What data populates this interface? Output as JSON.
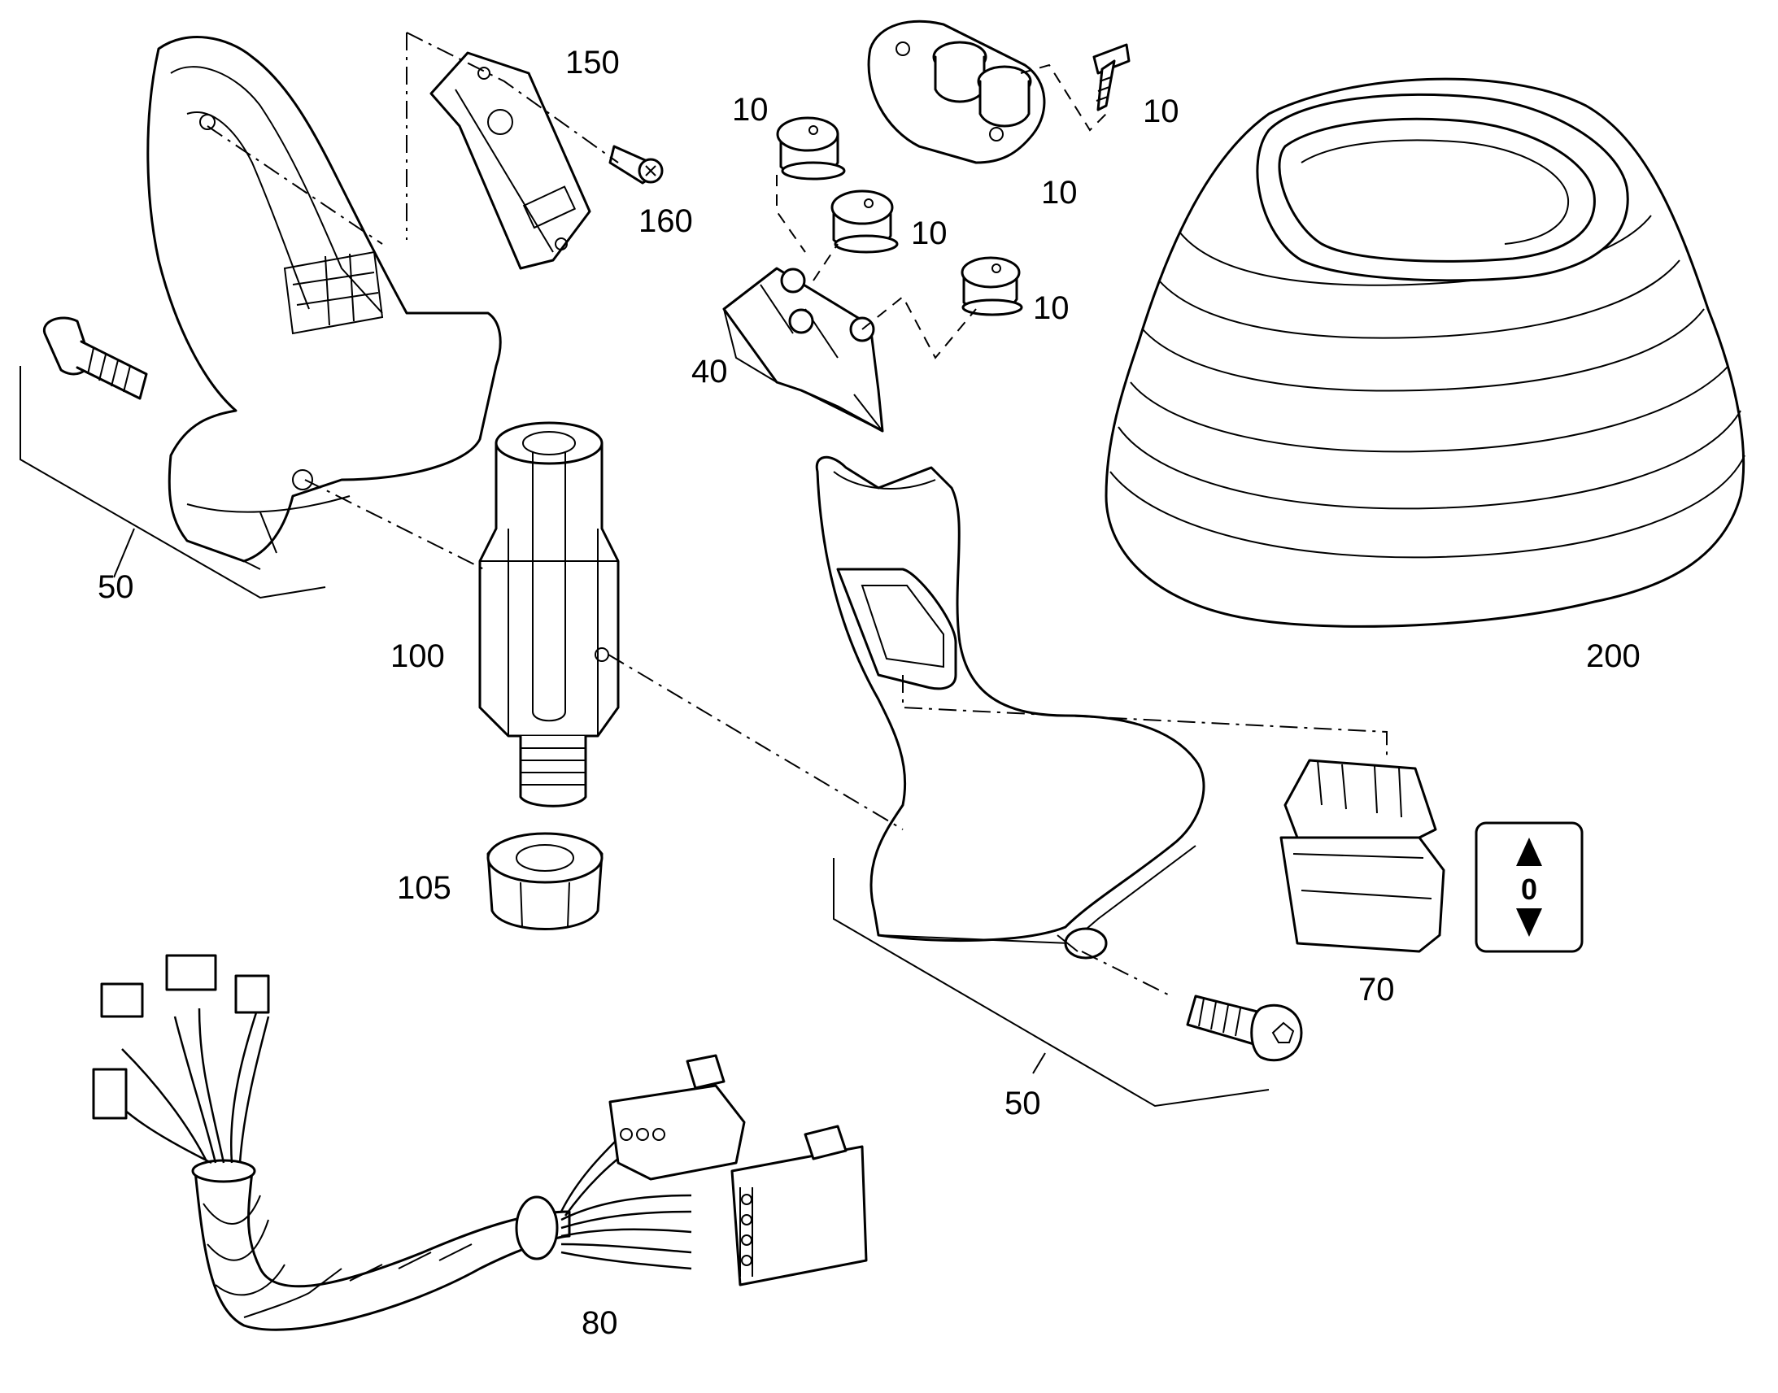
{
  "labels": {
    "p10a": "10",
    "p10b": "10",
    "p10c": "10",
    "p10d": "10",
    "p10e": "10",
    "p40": "40",
    "p50_left": "50",
    "p50_right": "50",
    "p70": "70",
    "p80": "80",
    "p100": "100",
    "p105": "105",
    "p150": "150",
    "p160": "160",
    "p200": "200"
  },
  "switch_symbol": {
    "text": "0"
  }
}
